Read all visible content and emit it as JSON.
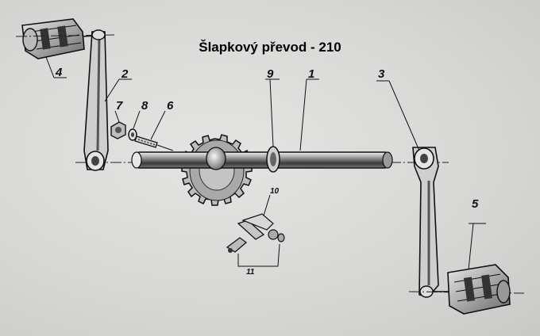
{
  "title": "Šlapkový převod - 210",
  "callouts": {
    "c1": "1",
    "c2": "2",
    "c3": "3",
    "c4": "4",
    "c5": "5",
    "c6": "6",
    "c7": "7",
    "c8": "8",
    "c9": "9",
    "c10": "10",
    "c11": "11"
  }
}
